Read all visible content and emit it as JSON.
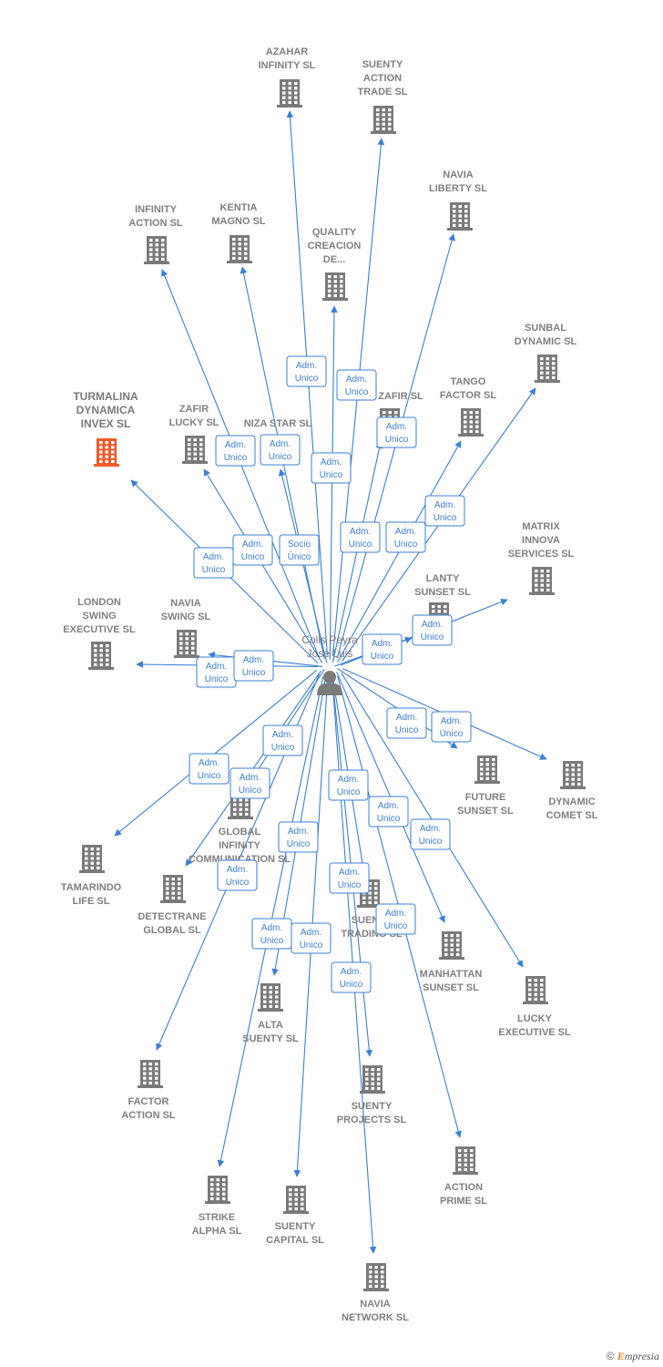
{
  "center": {
    "name_line1": "Colls Peyra",
    "name_line2": "Jose Luis"
  },
  "colors": {
    "edge": "#3a7fd6",
    "building": "#7a7a7a",
    "highlight": "#f05a28"
  },
  "footer": {
    "copyright": "©",
    "brand_first": "E",
    "brand_rest": "mpresia"
  },
  "companies": [
    {
      "id": "azahar",
      "lines": [
        "AZAHAR",
        "INFINITY SL"
      ]
    },
    {
      "id": "suenty-action",
      "lines": [
        "SUENTY",
        "ACTION",
        "TRADE SL"
      ]
    },
    {
      "id": "navia-liberty",
      "lines": [
        "NAVIA",
        "LIBERTY SL"
      ]
    },
    {
      "id": "infinity-action",
      "lines": [
        "INFINITY",
        "ACTION SL"
      ]
    },
    {
      "id": "kentia",
      "lines": [
        "KENTIA",
        "MAGNO SL"
      ]
    },
    {
      "id": "quality",
      "lines": [
        "QUALITY",
        "CREACION",
        "DE..."
      ]
    },
    {
      "id": "sunbal",
      "lines": [
        "SUNBAL",
        "DYNAMIC SL"
      ]
    },
    {
      "id": "turmalina",
      "lines": [
        "TURMALINA",
        "DYNAMICA",
        "INVEX  SL"
      ],
      "highlight": true
    },
    {
      "id": "zafir-lucky",
      "lines": [
        "ZAFIR",
        "LUCKY SL"
      ]
    },
    {
      "id": "niza",
      "lines": [
        "NIZA STAR SL"
      ]
    },
    {
      "id": "zafir2",
      "lines": [
        "ZAFIR SL"
      ]
    },
    {
      "id": "tango",
      "lines": [
        "TANGO",
        "FACTOR SL"
      ]
    },
    {
      "id": "matrix",
      "lines": [
        "MATRIX",
        "INNOVA",
        "SERVICES SL"
      ]
    },
    {
      "id": "lanty",
      "lines": [
        "LANTY",
        "SUNSET SL"
      ]
    },
    {
      "id": "london",
      "lines": [
        "LONDON",
        "SWING",
        "EXECUTIVE SL"
      ]
    },
    {
      "id": "navia-swing",
      "lines": [
        "NAVIA",
        "SWING SL"
      ]
    },
    {
      "id": "future",
      "lines": [
        "FUTURE",
        "SUNSET SL"
      ]
    },
    {
      "id": "dynamic-comet",
      "lines": [
        "DYNAMIC",
        "COMET SL"
      ]
    },
    {
      "id": "global",
      "lines": [
        "GLOBAL",
        "INFINITY",
        "COMMUNICATION SL"
      ]
    },
    {
      "id": "tamarindo",
      "lines": [
        "TAMARINDO",
        "LIFE SL"
      ]
    },
    {
      "id": "detectrane",
      "lines": [
        "DETECTRANE",
        "GLOBAL  SL"
      ]
    },
    {
      "id": "suenty-trading",
      "lines": [
        "SUENTY",
        "TRADING SL"
      ]
    },
    {
      "id": "manhattan",
      "lines": [
        "MANHATTAN",
        "SUNSET SL"
      ]
    },
    {
      "id": "lucky-exec",
      "lines": [
        "LUCKY",
        "EXECUTIVE SL"
      ]
    },
    {
      "id": "alta",
      "lines": [
        "ALTA",
        "SUENTY SL"
      ]
    },
    {
      "id": "factor-action",
      "lines": [
        "FACTOR",
        "ACTION SL"
      ]
    },
    {
      "id": "suenty-projects",
      "lines": [
        "SUENTY",
        "PROJECTS SL"
      ]
    },
    {
      "id": "action-prime",
      "lines": [
        "ACTION",
        "PRIME SL"
      ]
    },
    {
      "id": "strike",
      "lines": [
        "STRIKE",
        "ALPHA SL"
      ]
    },
    {
      "id": "suenty-capital",
      "lines": [
        "SUENTY",
        "CAPITAL SL"
      ]
    },
    {
      "id": "navia-network",
      "lines": [
        "NAVIA",
        "NETWORK SL"
      ]
    }
  ],
  "edges": [
    {
      "to": "azahar",
      "role": [
        "Adm.",
        "Unico"
      ]
    },
    {
      "to": "suenty-action",
      "role": [
        "Adm.",
        "Unico"
      ]
    },
    {
      "to": "navia-liberty",
      "role": [
        "Adm.",
        "Unico"
      ]
    },
    {
      "to": "infinity-action",
      "role": [
        "Adm.",
        "Unico"
      ]
    },
    {
      "to": "kentia",
      "role": [
        "Adm.",
        "Unico"
      ]
    },
    {
      "to": "quality",
      "role": [
        "Adm.",
        "Unico"
      ]
    },
    {
      "to": "sunbal",
      "role": [
        "Adm.",
        "Unico"
      ]
    },
    {
      "to": "turmalina",
      "role": [
        "Adm.",
        "Unico"
      ]
    },
    {
      "to": "zafir-lucky",
      "role": [
        "Adm.",
        "Unico"
      ]
    },
    {
      "to": "niza",
      "role": [
        "Socio",
        "Único"
      ]
    },
    {
      "to": "zafir2",
      "role": [
        "Adm.",
        "Unico"
      ]
    },
    {
      "to": "tango",
      "role": [
        "Adm.",
        "Unico"
      ]
    },
    {
      "to": "matrix",
      "role": [
        "Adm.",
        "Unico"
      ]
    },
    {
      "to": "lanty",
      "role": [
        "Adm.",
        "Unico"
      ]
    },
    {
      "to": "london",
      "role": [
        "Adm.",
        "Unico"
      ]
    },
    {
      "to": "navia-swing",
      "role": [
        "Adm.",
        "Unico"
      ]
    },
    {
      "to": "future",
      "role": [
        "Adm.",
        "Unico"
      ]
    },
    {
      "to": "dynamic-comet",
      "role": [
        "Adm.",
        "Unico"
      ]
    },
    {
      "to": "global",
      "role": [
        "Adm.",
        "Unico"
      ]
    },
    {
      "to": "tamarindo",
      "role": [
        "Adm.",
        "Unico"
      ]
    },
    {
      "to": "detectrane",
      "role": [
        "Adm.",
        "Unico"
      ]
    },
    {
      "to": "suenty-trading",
      "role": [
        "Adm.",
        "Unico"
      ]
    },
    {
      "to": "manhattan",
      "role": [
        "Adm.",
        "Unico"
      ]
    },
    {
      "to": "lucky-exec",
      "role": [
        "Adm.",
        "Unico"
      ]
    },
    {
      "to": "alta",
      "role": [
        "Adm.",
        "Unico"
      ]
    },
    {
      "to": "factor-action",
      "role": [
        "Adm.",
        "Unico"
      ]
    },
    {
      "to": "suenty-projects",
      "role": [
        "Adm.",
        "Unico"
      ]
    },
    {
      "to": "action-prime",
      "role": [
        "Adm.",
        "Unico"
      ]
    },
    {
      "to": "strike",
      "role": [
        "Adm.",
        "Unico"
      ]
    },
    {
      "to": "suenty-capital",
      "role": [
        "Adm.",
        "Unico"
      ]
    },
    {
      "to": "navia-network",
      "role": [
        "Adm.",
        "Unico"
      ]
    }
  ]
}
